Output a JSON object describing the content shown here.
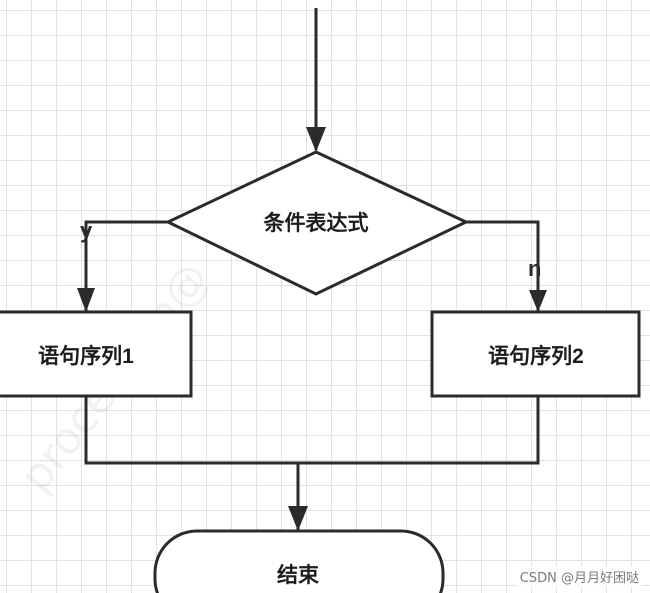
{
  "diagram": {
    "condition": "条件表达式",
    "branch_yes": "y",
    "branch_no": "n",
    "statement_1": "语句序列1",
    "statement_2": "语句序列2",
    "end": "结束"
  },
  "watermark": {
    "faint_text": "processOn@",
    "credit": "CSDN @月月好困哒"
  },
  "colors": {
    "line": "#2b2b2b",
    "grid": "#e2e2e2",
    "text": "#1c1c1c"
  }
}
